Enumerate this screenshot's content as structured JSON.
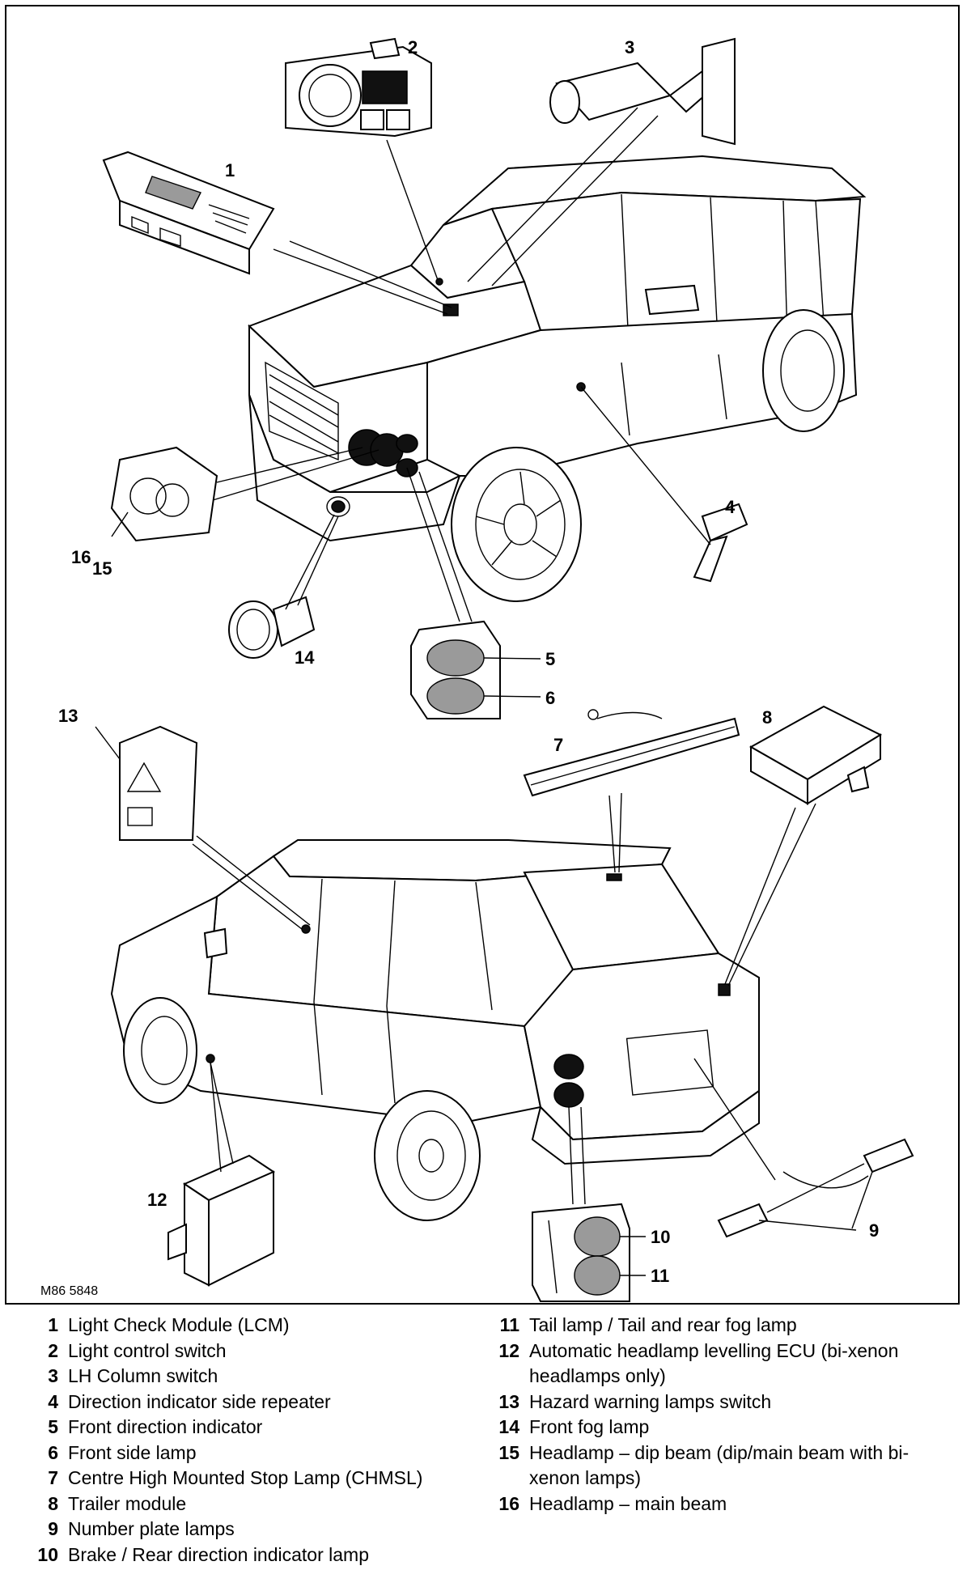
{
  "figure_ref": "M86 5848",
  "callouts": [
    "1",
    "2",
    "3",
    "4",
    "5",
    "6",
    "7",
    "8",
    "9",
    "10",
    "11",
    "12",
    "13",
    "14",
    "15",
    "16"
  ],
  "legend": [
    {
      "num": "1",
      "text": "Light Check Module (LCM)"
    },
    {
      "num": "2",
      "text": "Light control switch"
    },
    {
      "num": "3",
      "text": "LH Column switch"
    },
    {
      "num": "4",
      "text": "Direction indicator side repeater"
    },
    {
      "num": "5",
      "text": "Front direction indicator"
    },
    {
      "num": "6",
      "text": "Front side lamp"
    },
    {
      "num": "7",
      "text": "Centre High Mounted Stop Lamp (CHMSL)"
    },
    {
      "num": "8",
      "text": "Trailer module"
    },
    {
      "num": "9",
      "text": "Number plate lamps"
    },
    {
      "num": "10",
      "text": "Brake / Rear direction indicator lamp"
    },
    {
      "num": "11",
      "text": "Tail lamp / Tail and rear fog lamp"
    },
    {
      "num": "12",
      "text": "Automatic headlamp levelling ECU (bi-xenon headlamps only)"
    },
    {
      "num": "13",
      "text": "Hazard warning lamps switch"
    },
    {
      "num": "14",
      "text": "Front fog lamp"
    },
    {
      "num": "15",
      "text": "Headlamp – dip beam (dip/main beam with bi-xenon lamps)"
    },
    {
      "num": "16",
      "text": "Headlamp – main beam"
    }
  ]
}
